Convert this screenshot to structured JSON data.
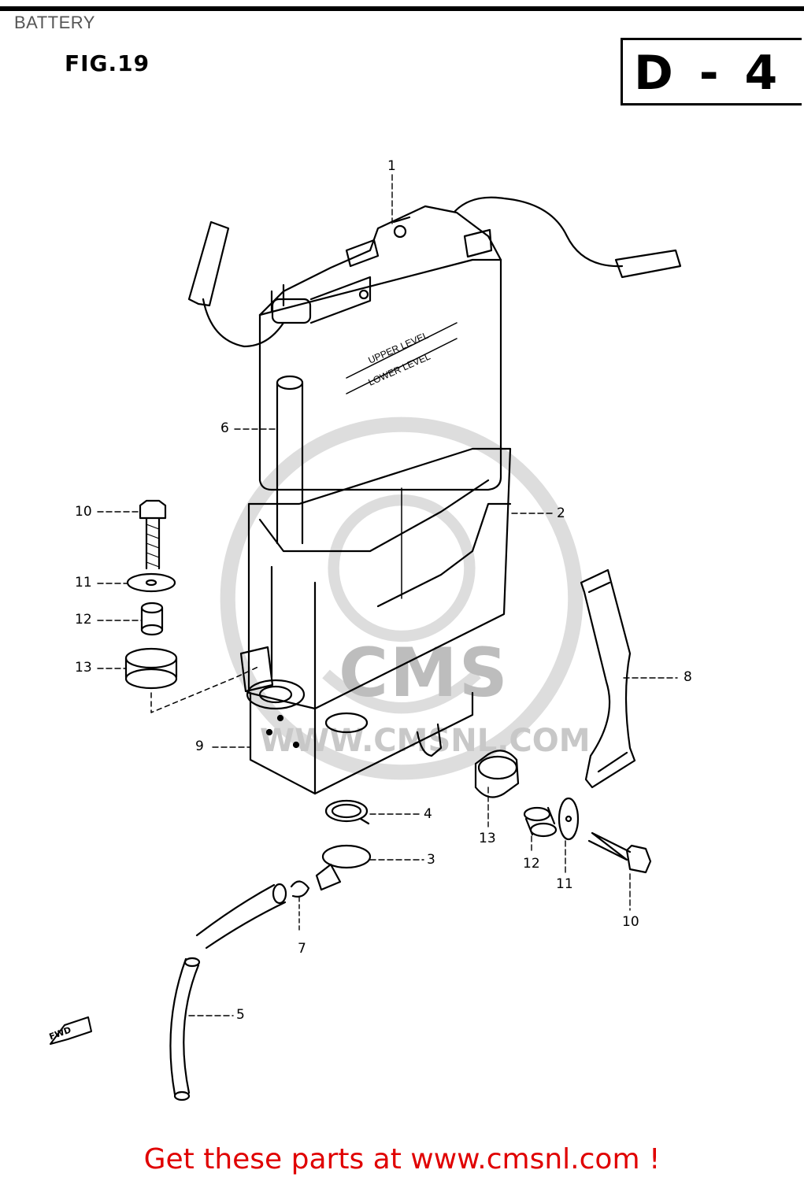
{
  "header": {
    "heading": "BATTERY",
    "figure_label": "FIG.19",
    "section_code": "D - 4"
  },
  "watermark": {
    "brand": "CMS",
    "url": "WWW.CMSNL.COM"
  },
  "direction_marker": "FWD",
  "callouts": {
    "c1": "1",
    "c2": "2",
    "c3": "3",
    "c4": "4",
    "c5": "5",
    "c6": "6",
    "c7": "7",
    "c8": "8",
    "c9": "9",
    "c10_left": "10",
    "c11_left": "11",
    "c12_left": "12",
    "c13_left": "13",
    "c13_right": "13",
    "c12_right": "12",
    "c11_right": "11",
    "c10_right": "10"
  },
  "footer": {
    "link_text": "Get these parts at www.cmsnl.com !"
  }
}
